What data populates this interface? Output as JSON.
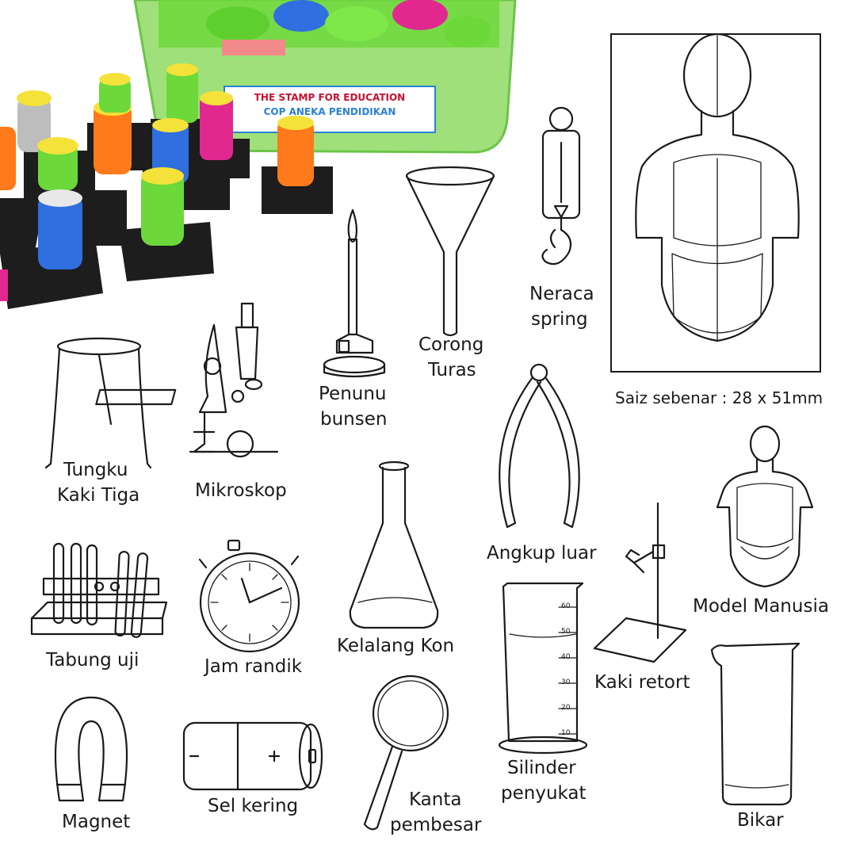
{
  "product": {
    "box_label_line1": "THE STAMP FOR EDUCATION",
    "box_label_line2": "COP ANEKA PENDIDIKAN"
  },
  "size_note": "Saiz sebenar : 28 x 51mm",
  "cylinder_scale": [
    "60",
    "50",
    "40",
    "30",
    "20",
    "10"
  ],
  "labels": {
    "tripod_1": "Tungku",
    "tripod_2": "Kaki Tiga",
    "microscope": "Mikroskop",
    "burner_1": "Penunu",
    "burner_2": "bunsen",
    "funnel_1": "Corong",
    "funnel_2": "Turas",
    "spring_balance_1": "Neraca",
    "spring_balance_2": "spring",
    "calipers": "Angkup luar",
    "test_tubes": "Tabung uji",
    "stopwatch": "Jam randik",
    "conical_flask": "Kelalang Kon",
    "retort_stand": "Kaki retort",
    "human_model": "Model Manusia",
    "magnet": "Magnet",
    "dry_cell": "Sel kering",
    "magnifier_1": "Kanta",
    "magnifier_2": "pembesar",
    "cylinder_1": "Silinder",
    "cylinder_2": "penyukat",
    "beaker": "Bikar"
  },
  "colors": {
    "box_green": "#7ed957",
    "box_label_blue": "#2a82d6",
    "box_label_red": "#c8102e",
    "stamp_orange": "#ff7a1a",
    "stamp_blue": "#2f6fe0",
    "stamp_magenta": "#e0288f",
    "stamp_green": "#6cd83a",
    "stamp_cap_yellow": "#f4e23a",
    "stamp_base": "#1d1d1d"
  }
}
